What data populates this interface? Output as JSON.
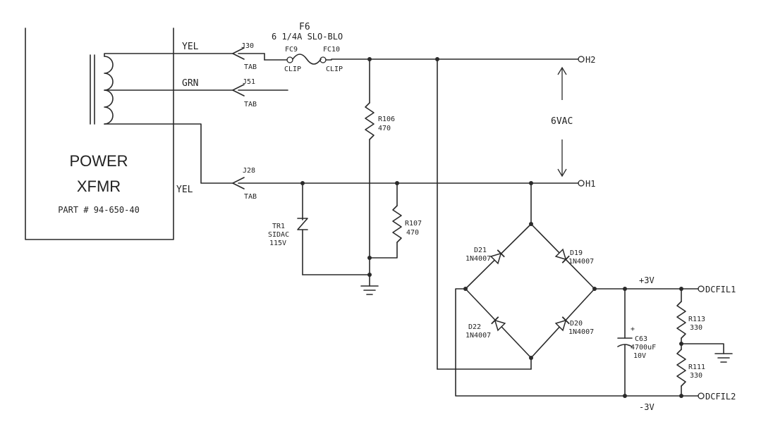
{
  "transformer": {
    "line1": "POWER",
    "line2": "XFMR",
    "part": "PART # 94-650-40"
  },
  "wires": {
    "yel_top": "YEL",
    "grn": "GRN",
    "yel_bottom": "YEL"
  },
  "connectors": {
    "j30": "J30",
    "j30_tab": "TAB",
    "j51": "J51",
    "j51_tab": "TAB",
    "j28": "J28",
    "j28_tab": "TAB"
  },
  "fuse": {
    "name": "F6",
    "rating": "6 1/4A SLO-BLO",
    "fc9": "FC9",
    "fc9_clip": "CLIP",
    "fc10": "FC10",
    "fc10_clip": "CLIP"
  },
  "components": {
    "r106": "R106",
    "r106_val": "470",
    "r107": "R107",
    "r107_val": "470",
    "tr1": "TR1",
    "tr1_type": "SIDAC",
    "tr1_val": "115V",
    "d21": "D21",
    "d21_type": "1N4007",
    "d19": "D19",
    "d19_type": "1N4007",
    "d22": "D22",
    "d22_type": "1N4007",
    "d20": "D20",
    "d20_type": "1N4007",
    "c63": "C63",
    "c63_cap": "4700uF",
    "c63_volt": "10V",
    "c63_plus": "+",
    "r113": "R113",
    "r113_val": "330",
    "r111": "R111",
    "r111_val": "330"
  },
  "terminals": {
    "h2": "H2",
    "h1": "H1",
    "vac": "6VAC",
    "plus3v": "+3V",
    "minus3v": "-3V",
    "dcfil1": "DCFIL1",
    "dcfil2": "DCFIL2"
  }
}
